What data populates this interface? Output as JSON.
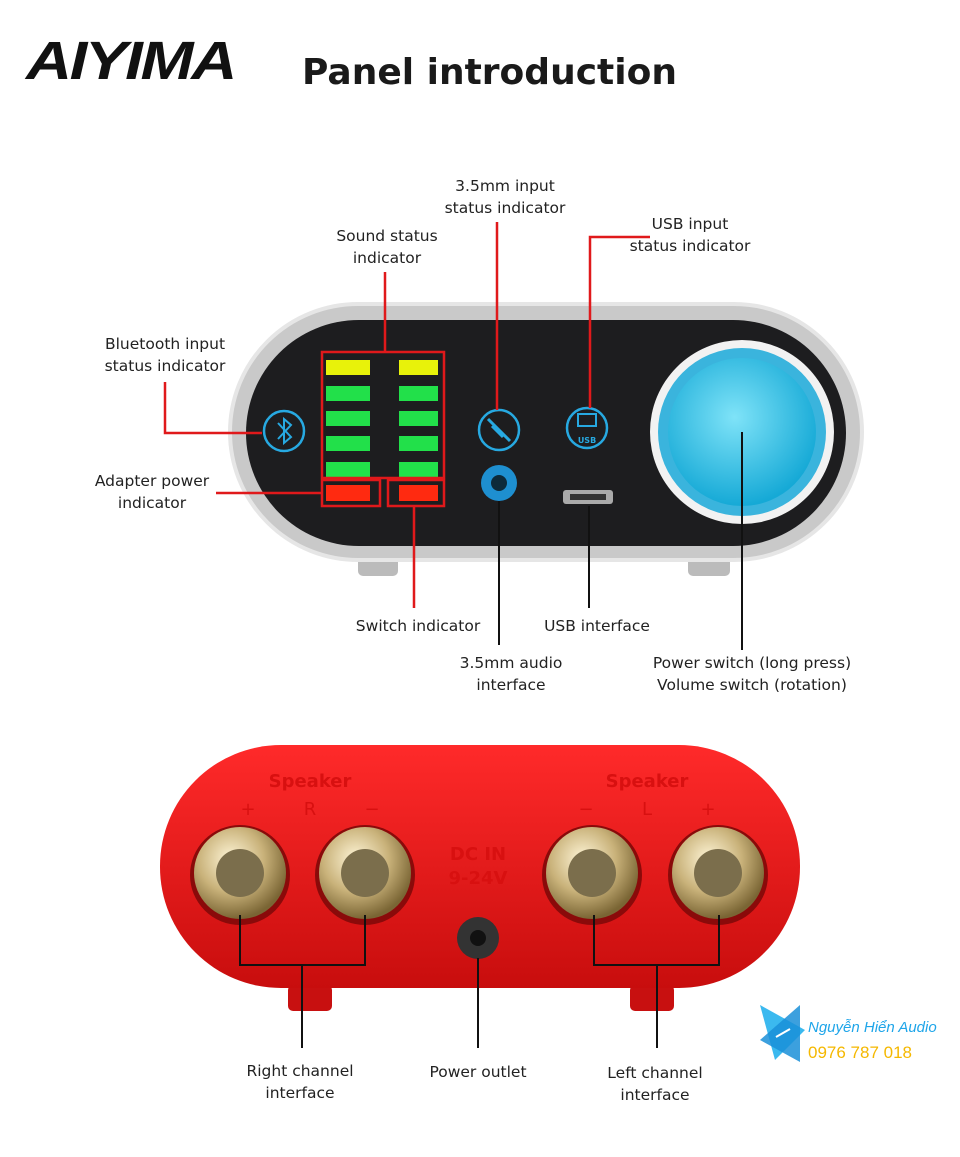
{
  "brand": {
    "logo_text": "AIYIMA"
  },
  "title": "Panel introduction",
  "front_panel": {
    "labels": {
      "bluetooth": [
        "Bluetooth input",
        "status indicator"
      ],
      "sound_status": [
        "Sound status",
        "indicator"
      ],
      "input_35mm": [
        "3.5mm input",
        "status indicator"
      ],
      "usb_input": [
        "USB input",
        "status indicator"
      ],
      "adapter_power": [
        "Adapter power",
        "indicator"
      ],
      "switch": "Switch indicator",
      "audio_35mm": [
        "3.5mm audio",
        "interface"
      ],
      "usb_interface": "USB interface",
      "power_switch": [
        "Power switch (long press)",
        "Volume switch (rotation)"
      ]
    },
    "usb_icon_text": "USB"
  },
  "rear_panel": {
    "speaker_r": {
      "title": "Speaker",
      "plus": "+",
      "channel": "R",
      "minus": "−"
    },
    "speaker_l": {
      "title": "Speaker",
      "minus": "−",
      "channel": "L",
      "plus": "+"
    },
    "dc_in": [
      "DC IN",
      "9-24V"
    ],
    "labels": {
      "right_channel": [
        "Right channel",
        "interface"
      ],
      "power_outlet": "Power outlet",
      "left_channel": [
        "Left channel",
        "interface"
      ]
    }
  },
  "watermark": {
    "name": "Nguyễn Hiển Audio",
    "phone": "0976 787 018"
  },
  "colors": {
    "callout_red": "#e0191b",
    "led_green": "#22e04a",
    "led_yellow": "#e8f20a",
    "led_red": "#ff2a10",
    "knob_blue": "#29c3e8",
    "body_red": "#ee1c1c"
  }
}
